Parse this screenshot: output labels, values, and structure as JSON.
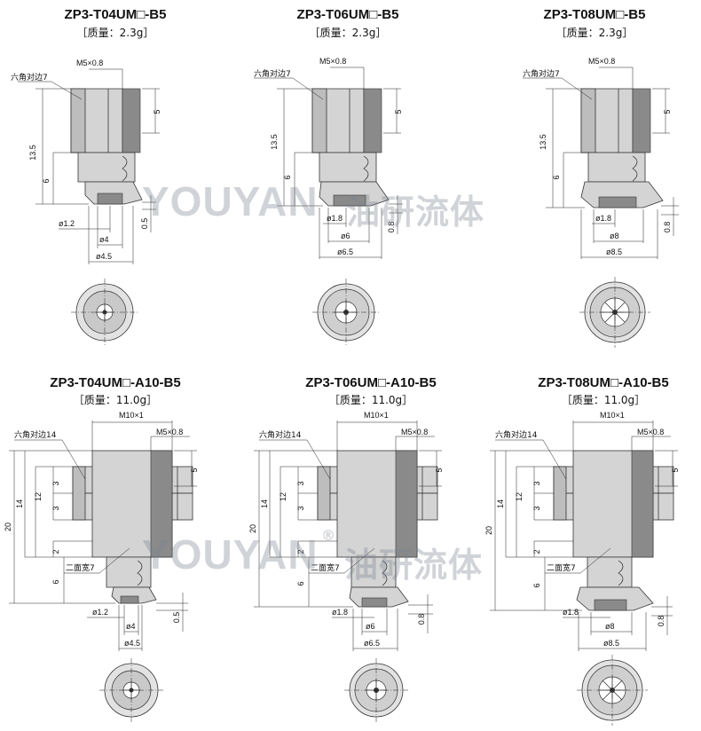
{
  "watermark": {
    "latin": "YOUYAN",
    "mark": "®",
    "cjk": "油研流体"
  },
  "variants": [
    {
      "id": "t04",
      "title": "ZP3-T04UM□-B5",
      "mass": "［质量：2.3g］",
      "hex": "六角对边7",
      "thread": "M5×0.8",
      "d1": "ø1.2",
      "d2": "ø4",
      "d3": "ø4.5",
      "h_total": "13.5",
      "h_lower": "6",
      "h_top": "5",
      "lip": "0.5"
    },
    {
      "id": "t06",
      "title": "ZP3-T06UM□-B5",
      "mass": "［质量：2.3g］",
      "hex": "六角对边7",
      "thread": "M5×0.8",
      "d1": "ø1.8",
      "d2": "ø6",
      "d3": "ø6.5",
      "h_total": "13.5",
      "h_lower": "6",
      "h_top": "5",
      "lip": "0.8"
    },
    {
      "id": "t08",
      "title": "ZP3-T08UM□-B5",
      "mass": "［质量：2.3g］",
      "hex": "六角对边7",
      "thread": "M5×0.8",
      "d1": "ø1.8",
      "d2": "ø8",
      "d3": "ø8.5",
      "h_total": "13.5",
      "h_lower": "6",
      "h_top": "5",
      "lip": "0.8"
    },
    {
      "id": "t04a",
      "title": "ZP3-T04UM□-A10-B5",
      "mass": "［质量：11.0g］",
      "hex": "六角对边14",
      "thread_outer": "M10×1",
      "thread": "M5×0.8",
      "flat": "二面宽7",
      "d1": "ø1.2",
      "d2": "ø4",
      "d3": "ø4.5",
      "h_total": "20",
      "h_a": "14",
      "h_b": "12",
      "h_c1": "3",
      "h_c2": "3",
      "h_d": "2",
      "h_lower": "6",
      "h_top": "5",
      "lip": "0.5"
    },
    {
      "id": "t06a",
      "title": "ZP3-T06UM□-A10-B5",
      "mass": "［质量：11.0g］",
      "hex": "六角对边14",
      "thread_outer": "M10×1",
      "thread": "M5×0.8",
      "flat": "二面宽7",
      "d1": "ø1.8",
      "d2": "ø6",
      "d3": "ø6.5",
      "h_total": "20",
      "h_a": "14",
      "h_b": "12",
      "h_c1": "3",
      "h_c2": "3",
      "h_d": "2",
      "h_lower": "6",
      "h_top": "5",
      "lip": "0.8"
    },
    {
      "id": "t08a",
      "title": "ZP3-T08UM□-A10-B5",
      "mass": "［质量：11.0g］",
      "hex": "六角对边14",
      "thread_outer": "M10×1",
      "thread": "M5×0.8",
      "flat": "二面宽7",
      "d1": "ø1.8",
      "d2": "ø8",
      "d3": "ø8.5",
      "h_total": "20",
      "h_a": "14",
      "h_b": "12",
      "h_c1": "3",
      "h_c2": "3",
      "h_d": "2",
      "h_lower": "6",
      "h_top": "5",
      "lip": "0.8"
    }
  ]
}
